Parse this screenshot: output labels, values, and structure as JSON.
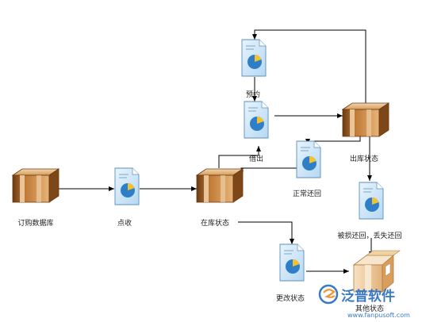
{
  "nodes": {
    "order_warehouse": {
      "label": "订购数据库"
    },
    "acceptance": {
      "label": "点收"
    },
    "in_stock": {
      "label": "在库状态"
    },
    "reserve": {
      "label": "预约"
    },
    "checkout": {
      "label": "借出"
    },
    "checked_out": {
      "label": "出库状态"
    },
    "normal_return": {
      "label": "正常还回"
    },
    "damaged_return": {
      "label": "被损还回，丢失还回"
    },
    "change_status": {
      "label": "更改状态"
    },
    "other_status": {
      "label": "其他状态"
    }
  },
  "watermark": {
    "brand": "泛普软件",
    "url": "www.fanpusoft.com"
  },
  "colors": {
    "box_dark": "#7a4418",
    "box_mid": "#c98b45",
    "box_light": "#f0d2a6",
    "doc_fill": "#cfe6f8",
    "doc_stroke": "#5d8fb8",
    "pie_blue": "#2f7fc8",
    "pie_yellow": "#f2c230",
    "line": "#000000",
    "watermark_blue": "#2a6fc0"
  }
}
